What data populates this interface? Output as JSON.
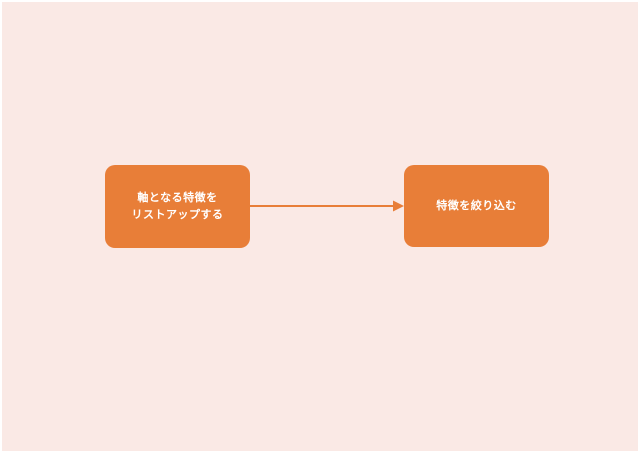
{
  "canvas": {
    "background_color": "#FAE9E5",
    "frame_color": "#FFFFFF"
  },
  "diagram": {
    "nodes": [
      {
        "id": "list-up-features",
        "label": "軸となる特徴を\nリストアップする",
        "fill": "#E87E38",
        "text_color": "#FFFFFF"
      },
      {
        "id": "narrow-down-features",
        "label": "特徴を絞り込む",
        "fill": "#E87E38",
        "text_color": "#FFFFFF"
      }
    ],
    "connectors": [
      {
        "from": "list-up-features",
        "to": "narrow-down-features",
        "color": "#E87E38",
        "direction": "right"
      }
    ]
  }
}
